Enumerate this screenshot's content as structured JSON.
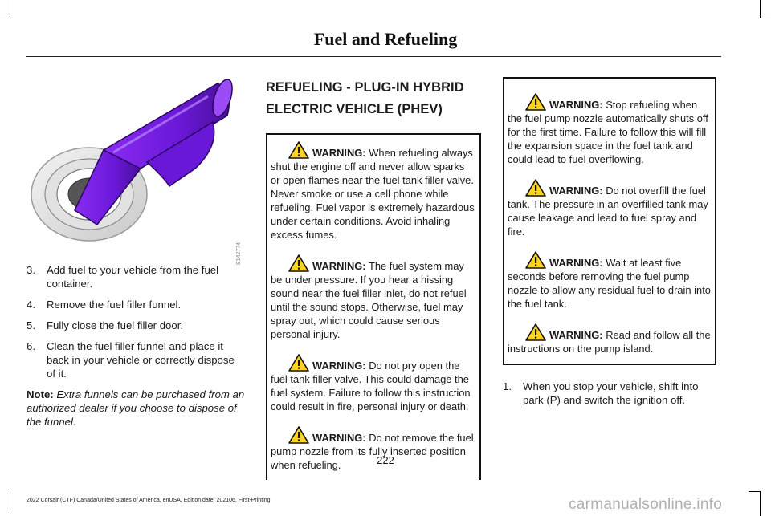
{
  "header": {
    "title": "Fuel and Refueling"
  },
  "figure": {
    "code": "E142774"
  },
  "steps": [
    {
      "num": "3.",
      "text": "Add fuel to your vehicle from the fuel container."
    },
    {
      "num": "4.",
      "text": "Remove the fuel filler funnel."
    },
    {
      "num": "5.",
      "text": "Fully close the fuel filler door."
    },
    {
      "num": "6.",
      "text": "Clean the fuel filler funnel and place it back in your vehicle or correctly dispose of it."
    }
  ],
  "note": {
    "label": "Note:",
    "text": "Extra funnels can be purchased from an authorized dealer if you choose to dispose of the funnel."
  },
  "section": {
    "title": "REFUELING - PLUG-IN HYBRID ELECTRIC VEHICLE (PHEV)"
  },
  "warnings_col2": [
    {
      "label": "WARNING:",
      "text": "When refueling always shut the engine off and never allow sparks or open flames near the fuel tank filler valve. Never smoke or use a cell phone while refueling. Fuel vapor is extremely hazardous under certain conditions. Avoid inhaling excess fumes."
    },
    {
      "label": "WARNING:",
      "text": "The fuel system may be under pressure. If you hear a hissing sound near the fuel filler inlet, do not refuel until the sound stops. Otherwise, fuel may spray out, which could cause serious personal injury."
    },
    {
      "label": "WARNING:",
      "text": "Do not pry open the fuel tank filler valve. This could damage the fuel system. Failure to follow this instruction could result in fire, personal injury or death."
    },
    {
      "label": "WARNING:",
      "text": "Do not remove the fuel pump nozzle from its fully inserted position when refueling."
    }
  ],
  "warnings_col3": [
    {
      "label": "WARNING:",
      "text": "Stop refueling when the fuel pump nozzle automatically shuts off for the first time. Failure to follow this will fill the expansion space in the fuel tank and could lead to fuel overflowing."
    },
    {
      "label": "WARNING:",
      "text": "Do not overfill the fuel tank. The pressure in an overfilled tank may cause leakage and lead to fuel spray and fire."
    },
    {
      "label": "WARNING:",
      "text": "Wait at least five seconds before removing the fuel pump nozzle to allow any residual fuel to drain into the fuel tank."
    },
    {
      "label": "WARNING:",
      "text": "Read and follow all the instructions on the pump island."
    }
  ],
  "after_steps": [
    {
      "num": "1.",
      "text": "When you stop your vehicle, shift into park (P) and switch the ignition off."
    }
  ],
  "page_number": "222",
  "footer": "2022 Corsair (CTF) Canada/United States of America, enUSA, Edition date: 202106, First-Printing",
  "watermark": "carmanualsonline.info",
  "colors": {
    "funnel": "#7a1fe6",
    "funnel_dark": "#4a0f9a",
    "warning_yellow": "#ffd21f"
  }
}
